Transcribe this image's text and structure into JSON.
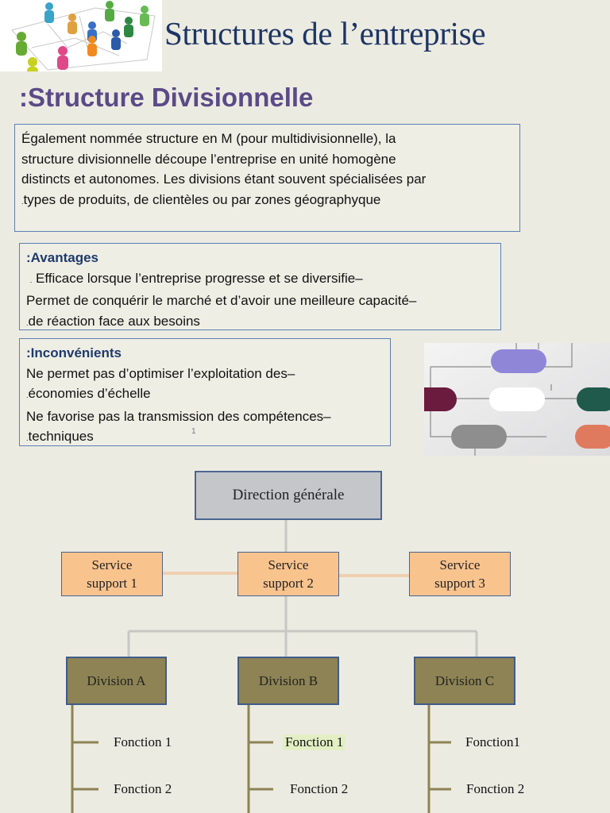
{
  "header": {
    "title": "Structures de l’entreprise",
    "section_title": ":Structure Divisionnelle"
  },
  "intro": {
    "lines": [
      "Également nommée structure en M (pour multidivisionnelle), la",
      "structure divisionnelle découpe l’entreprise en unité homogène",
      "distincts et autonomes. Les divisions étant souvent spécialisées par",
      "types de produits, de clientèles ou par zones géographyque"
    ]
  },
  "advantages": {
    "heading": ":Avantages",
    "lines": [
      "Efficace lorsque l’entreprise progresse et se diversifie–",
      "Permet de conquérir le marché et d’avoir une meilleure  capacité–",
      "de réaction face aux besoins"
    ]
  },
  "disadvantages": {
    "heading": ":Inconvénients",
    "lines": [
      "Ne permet pas d’optimiser l’exploitation des–",
      "économies d’échelle",
      "Ne favorise pas la transmission des compétences–",
      "techniques"
    ],
    "footnote": "1"
  },
  "org_chart": {
    "top": "Direction générale",
    "services": [
      {
        "line1": "Service",
        "line2": "support 1"
      },
      {
        "line1": "Service",
        "line2": "support 2"
      },
      {
        "line1": "Service",
        "line2": "support 3"
      }
    ],
    "divisions": [
      {
        "label": "Division A",
        "functions": [
          "Fonction 1",
          "Fonction 2"
        ]
      },
      {
        "label": "Division B",
        "functions": [
          "Fonction 1",
          "Fonction 2"
        ]
      },
      {
        "label": "Division C",
        "functions": [
          "Fonction1",
          "Fonction 2"
        ]
      }
    ]
  },
  "colors": {
    "background": "#ecebe2",
    "title": "#1d3563",
    "section_title": "#5b4a87",
    "service_fill": "#f9c38e",
    "division_fill": "#8d8354",
    "direction_fill": "#c4c6ca",
    "highlight": "#e2efc4"
  }
}
